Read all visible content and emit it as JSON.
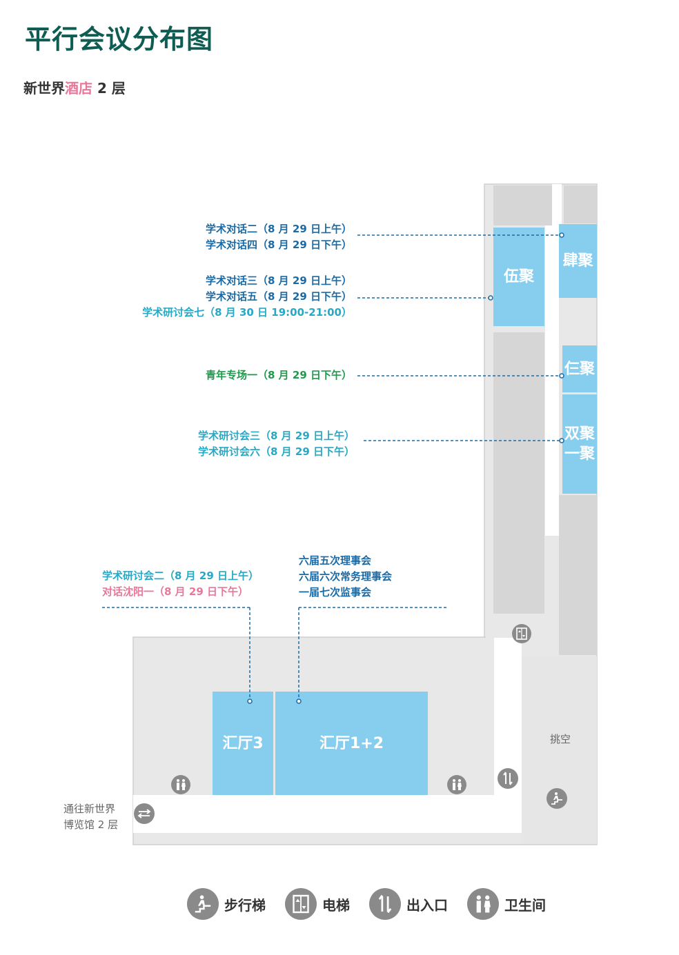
{
  "header": {
    "title": "平行会议分布图",
    "subtitle_pre": "新世界",
    "subtitle_hl": "酒店",
    "subtitle_post": " 2 层"
  },
  "rooms": {
    "wuju": "伍聚",
    "siju": "肆聚",
    "renju": "仨聚",
    "shuangju_line1": "双聚",
    "shuangju_line2": "一聚",
    "hall3": "汇厅3",
    "hall12": "汇厅1+2",
    "void": "挑空"
  },
  "labels": {
    "siju_1": "学术对话二（8 月 29 日上午）",
    "siju_2": "学术对话四（8 月 29 日下午）",
    "wuju_1": "学术对话三（8 月 29 日上午）",
    "wuju_2": "学术对话五（8 月 29 日下午）",
    "wuju_3": "学术研讨会七（8 月 30 日 19:00-21:00）",
    "renju_1": "青年专场一（8 月 29 日下午）",
    "shuang_1": "学术研讨会三（8 月 29 日上午）",
    "shuang_2": "学术研讨会六（8 月 29 日下午）",
    "hall3_1": "学术研讨会二（8 月 29 日上午）",
    "hall3_2": "对话沈阳一（8 月 29 日下午）",
    "hall12_1": "六届五次理事会",
    "hall12_2": "六届六次常务理事会",
    "hall12_3": "一届七次监事会"
  },
  "passage": {
    "line1": "通往新世界",
    "line2": "博览馆 2 层"
  },
  "legend": [
    {
      "label": "步行梯",
      "icon": "stairs-icon"
    },
    {
      "label": "电梯",
      "icon": "elevator-icon"
    },
    {
      "label": "出入口",
      "icon": "entrance-icon"
    },
    {
      "label": "卫生间",
      "icon": "restroom-icon"
    }
  ],
  "colors": {
    "room": "#87cdee",
    "floor": "#e6e6e6",
    "block": "#d6d6d6",
    "title": "#0e5c52",
    "blue": "#1a6aa5",
    "cyan": "#27a8c4",
    "green": "#1e9a4d",
    "pink": "#e8779a"
  }
}
